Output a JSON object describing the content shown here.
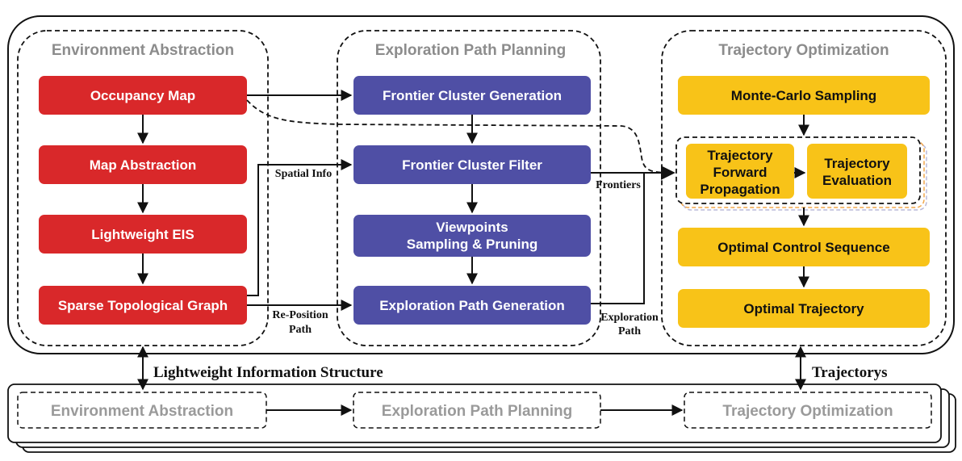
{
  "sections": {
    "env": {
      "title": "Environment Abstraction",
      "boxes": [
        "Occupancy Map",
        "Map Abstraction",
        "Lightweight EIS",
        "Sparse Topological Graph"
      ]
    },
    "exp": {
      "title": "Exploration Path Planning",
      "boxes": [
        "Frontier Cluster Generation",
        "Frontier Cluster Filter",
        "Viewpoints",
        "Sampling & Pruning",
        "Exploration Path Generation"
      ]
    },
    "traj": {
      "title": "Trajectory Optimization",
      "boxes": [
        "Monte-Carlo Sampling",
        "Trajectory",
        "Forward",
        "Propagation",
        "Trajectory",
        "Evaluation",
        "Optimal Control Sequence",
        "Optimal Trajectory"
      ]
    }
  },
  "labels": {
    "spatial_info": "Spatial Info",
    "frontiers": "Frontiers",
    "reposition_1": "Re-Position",
    "reposition_2": "Path",
    "exploration_1": "Exploration",
    "exploration_2": "Path",
    "lightweight_info": "Lightweight Information Structure",
    "trajectorys": "Trajectorys"
  },
  "bottom": {
    "env": "Environment Abstraction",
    "exp": "Exploration Path Planning",
    "traj": "Trajectory Optimization"
  },
  "colors": {
    "red": "#d9282a",
    "blue": "#4f4fa5",
    "yellow": "#f8c318",
    "section_title": "#8c8c8c"
  }
}
